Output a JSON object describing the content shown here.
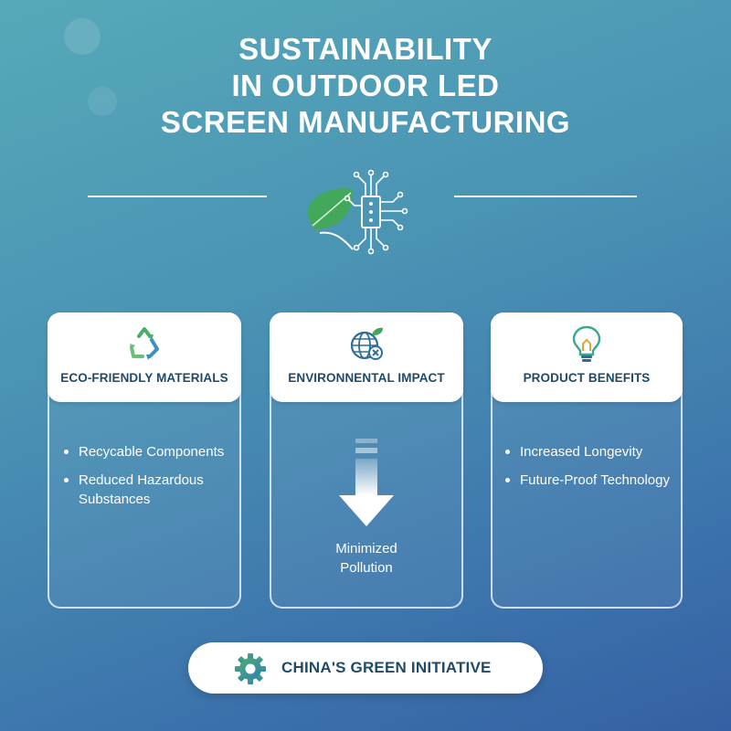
{
  "header": {
    "title_lines": [
      "SUSTAINABILITY",
      "IN OUTDOOR LED",
      "SCREEN MANUFACTURING"
    ],
    "center_icon": "leaf-circuit-chip-icon"
  },
  "cards": [
    {
      "title": "ECO-FRIENDLY MATERIALS",
      "icon": "recycle-icon",
      "bullets": [
        "Recycable Components",
        "Reduced Hazardous Substances"
      ]
    },
    {
      "title": "ENVIRONNENTAL IMPACT",
      "icon": "globe-leaf-icon",
      "graphic": "down-arrow-icon",
      "label_lines": [
        "Minimized",
        "Pollution"
      ]
    },
    {
      "title": "PRODUCT BENEFITS",
      "icon": "lightbulb-icon",
      "bullets": [
        "Increased Longevity",
        "Future-Proof Technology"
      ]
    }
  ],
  "footer": {
    "label": "CHINA'S GREEN INITIATIVE",
    "icon": "gear-icon"
  },
  "colors": {
    "background_start": "#56a9b9",
    "background_end": "#3560a3",
    "heading_text": "#1f4a6a",
    "leaf_green": "#3ea34a"
  }
}
